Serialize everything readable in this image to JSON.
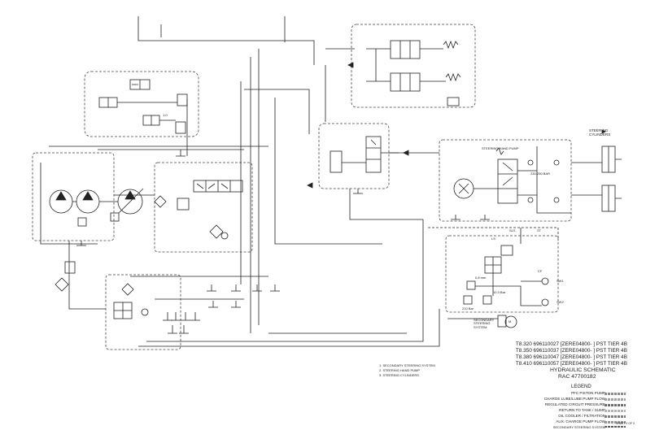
{
  "labels": {
    "steering_cylinders": "STEERING CYLINDERS",
    "steering_hand_pump": "STEERING HAND PUMP",
    "pressure_range": "230-250 BAR",
    "secondary_steering_system": "SECONDARY STEERING SYSTEM",
    "ls": "LS",
    "sls": "SLS",
    "st": "ST",
    "cf": "CF",
    "sw1": "SW1",
    "sw2": "SW2",
    "bar_210": "210 Bar",
    "bar_103": "10.3 Bar",
    "orifice_08": "0.8 mm",
    "orifice_10": "1.0",
    "motor_m": "M",
    "sheet": "SHEET X OF X"
  },
  "notes": [
    "1.  SECONDARY STEERING SYSTEM",
    "2.  STEERING HAND PUMP",
    "3.  STEERING CYLINDERS"
  ],
  "models": [
    "T8.320 696110027 [ZERE04800- ] PST TIER 4B",
    "T8.350 696110037 [ZERE04800- ] PST TIER 4B",
    "T8.380 696110047 [ZERE04800- ] PST TIER 4B",
    "T8.410 696110057 [ZERE04800- ] PST TIER 4B"
  ],
  "title": {
    "line1": "HYDRAULIC SCHEMATIC",
    "line2": "RAC 47700182"
  },
  "legend": {
    "title": "LEGEND",
    "items": [
      {
        "label": "PFC PISTON PUMP",
        "color": "#8a8a8a"
      },
      {
        "label": "CHARGE LUBE/LUBE PUMP FLOW",
        "color": "#a0a0a0"
      },
      {
        "label": "REGULATED CIRCUIT PRESSURE",
        "color": "#6e6e6e"
      },
      {
        "label": "RETURN TO TANK / SUMP",
        "color": "#b4b4b4"
      },
      {
        "label": "OIL COOLER / FILTRATION",
        "color": "#7c7c7c"
      },
      {
        "label": "AUX. CHARGE PUMP FLOW",
        "color": "#959595"
      },
      {
        "label": "SECONDARY STEERING SYSTEM",
        "color": "#5c5c5c"
      }
    ]
  }
}
